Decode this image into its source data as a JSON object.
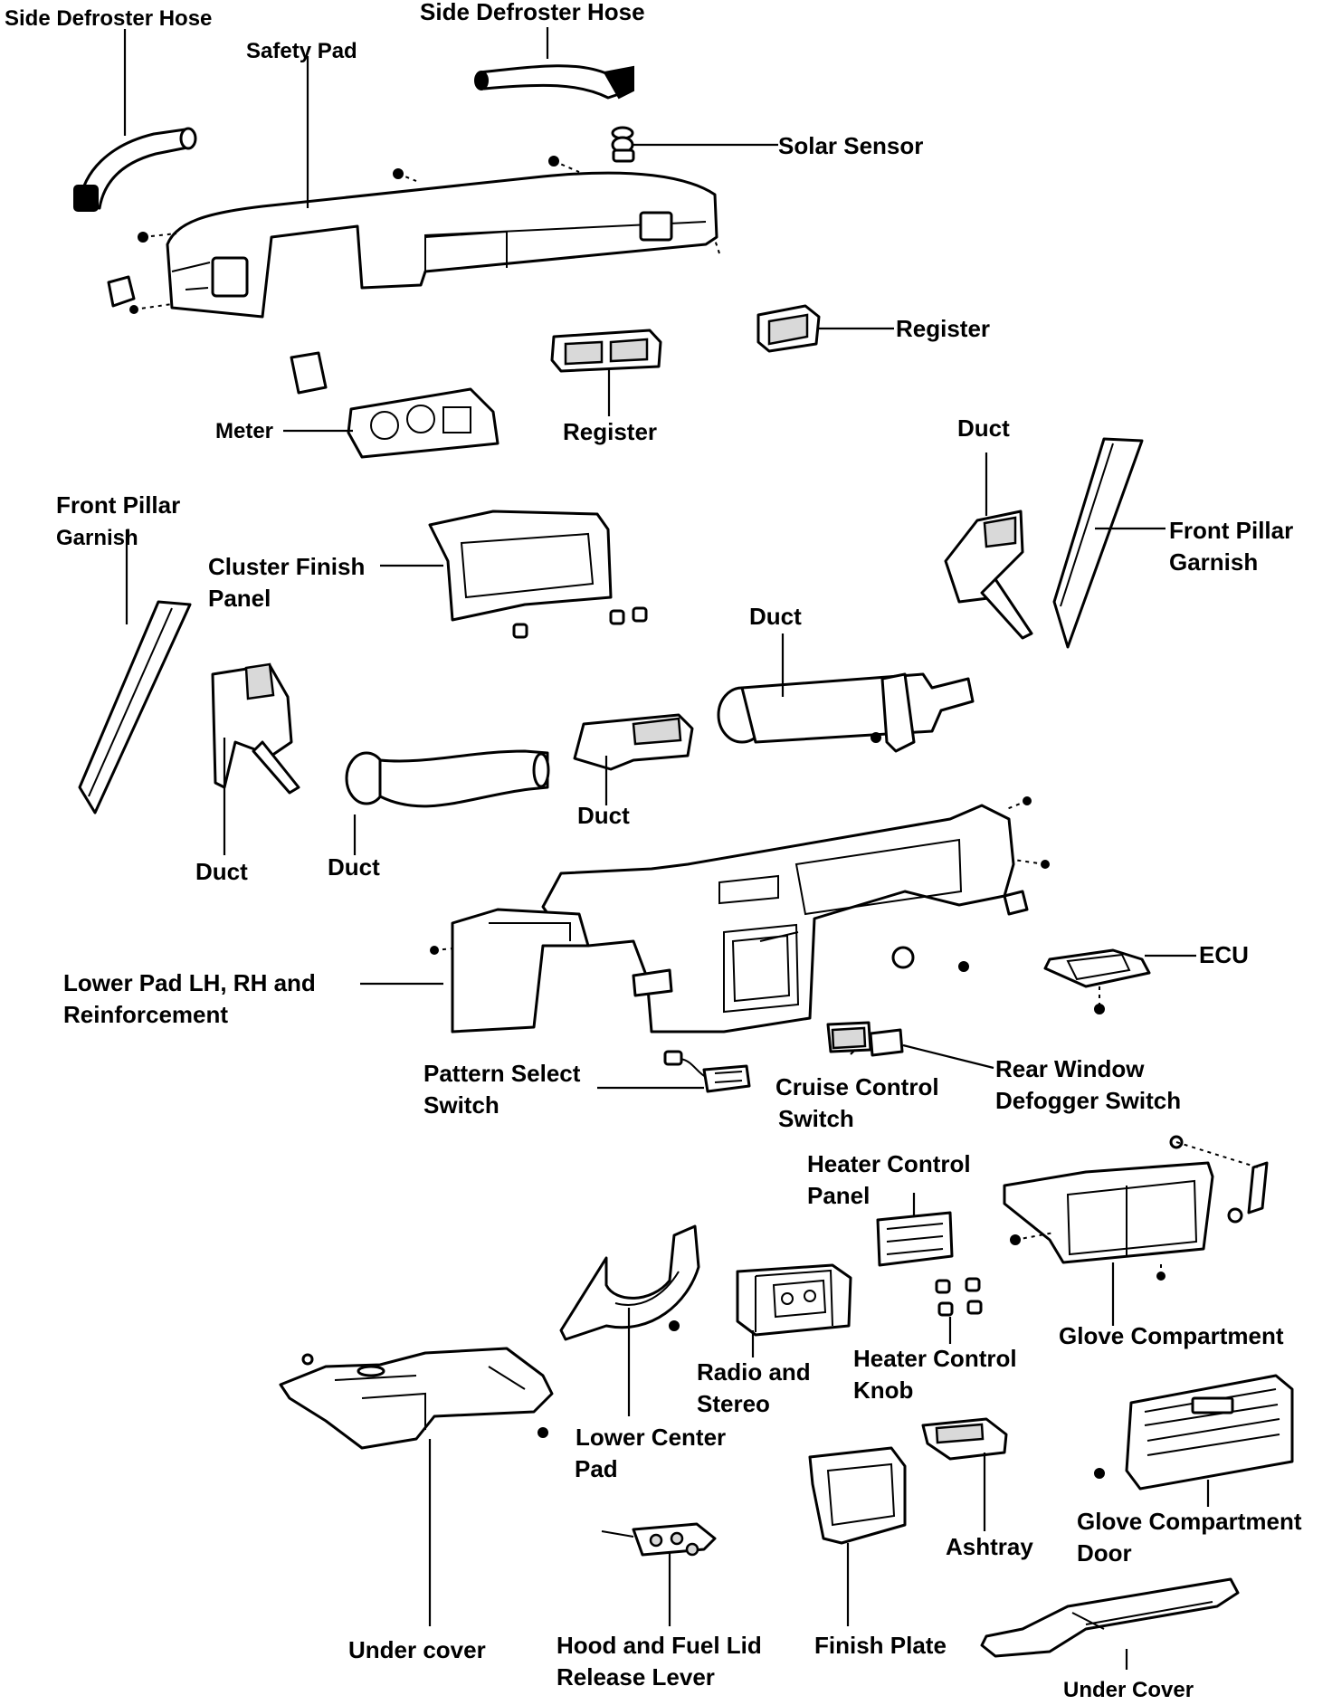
{
  "labels": {
    "side_defroster_hose_left": "Side Defroster Hose",
    "side_defroster_hose_right": "Side Defroster Hose",
    "safety_pad": "Safety Pad",
    "solar_sensor": "Solar Sensor",
    "register_right": "Register",
    "register_center": "Register",
    "meter": "Meter",
    "duct_upper_right": "Duct",
    "front_pillar_garnish_left_1": "Front Pillar",
    "front_pillar_garnish_left_2": "Garnish",
    "front_pillar_garnish_right_1": "Front Pillar",
    "front_pillar_garnish_right_2": "Garnish",
    "cluster_finish_panel_1": "Cluster Finish",
    "cluster_finish_panel_2": "Panel",
    "duct_long": "Duct",
    "duct_left": "Duct",
    "duct_center_left": "Duct",
    "duct_center": "Duct",
    "lower_pad_1": "Lower Pad LH, RH and",
    "lower_pad_2": "Reinforcement",
    "ecu": "ECU",
    "pattern_select_switch_1": "Pattern Select",
    "pattern_select_switch_2": "Switch",
    "cruise_control_switch_1": "Cruise Control",
    "cruise_control_switch_2": "Switch",
    "rear_window_defogger_1": "Rear Window",
    "rear_window_defogger_2": "Defogger Switch",
    "heater_control_panel_1": "Heater Control",
    "heater_control_panel_2": "Panel",
    "glove_compartment": "Glove Compartment",
    "radio_stereo_1": "Radio and",
    "radio_stereo_2": "Stereo",
    "heater_control_knob_1": "Heater Control",
    "heater_control_knob_2": "Knob",
    "lower_center_pad_1": "Lower Center",
    "lower_center_pad_2": "Pad",
    "glove_door_1": "Glove Compartment",
    "glove_door_2": "Door",
    "ashtray": "Ashtray",
    "under_cover_left": "Under cover",
    "hood_fuel_1": "Hood and Fuel Lid",
    "hood_fuel_2": "Release Lever",
    "finish_plate": "Finish Plate",
    "under_cover_right": "Under Cover"
  }
}
